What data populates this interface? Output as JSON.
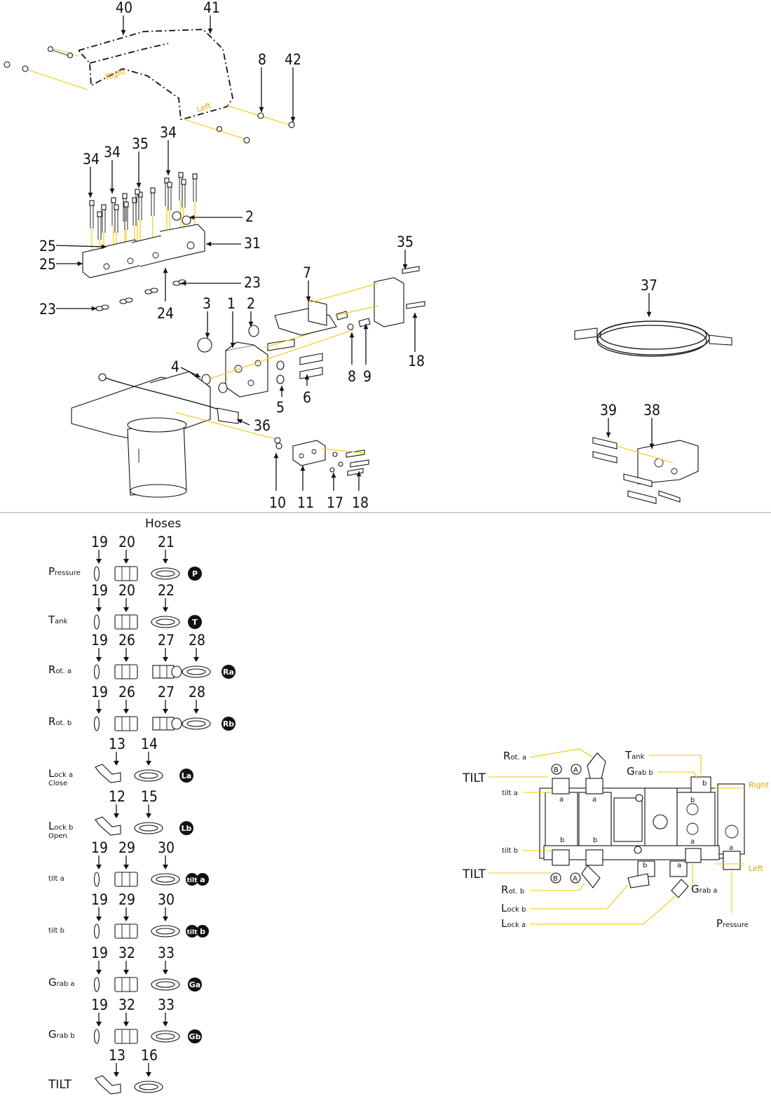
{
  "top_section": {
    "callouts": [
      "40",
      "41",
      "8",
      "42",
      "34",
      "34",
      "35",
      "34",
      "2",
      "25",
      "25",
      "31",
      "23",
      "23",
      "24",
      "7",
      "35",
      "3",
      "1",
      "2",
      "18",
      "4",
      "8",
      "9",
      "5",
      "6",
      "36",
      "37",
      "39",
      "38",
      "10",
      "11",
      "17",
      "18"
    ],
    "guard_labels": {
      "right": "Right",
      "left": "Left"
    }
  },
  "hoses": {
    "title": "Hoses",
    "rows": [
      {
        "label_cap": "P",
        "label_rest": "ressure",
        "label_line2": "",
        "parts": [
          "19",
          "20",
          "21"
        ],
        "badge": "P"
      },
      {
        "label_cap": "T",
        "label_rest": "ank",
        "label_line2": "",
        "parts": [
          "19",
          "20",
          "22"
        ],
        "badge": "T"
      },
      {
        "label_cap": "R",
        "label_rest": "ot. a",
        "label_line2": "",
        "parts": [
          "19",
          "26",
          "27",
          "28"
        ],
        "badge": "Ra"
      },
      {
        "label_cap": "R",
        "label_rest": "ot. b",
        "label_line2": "",
        "parts": [
          "19",
          "26",
          "27",
          "28"
        ],
        "badge": "Rb"
      },
      {
        "label_cap": "L",
        "label_rest": "ock a",
        "label_line2": "Close",
        "parts": [
          "13",
          "14"
        ],
        "badge": "La"
      },
      {
        "label_cap": "L",
        "label_rest": "ock b",
        "label_line2": "Open",
        "parts": [
          "12",
          "15"
        ],
        "badge": "Lb"
      },
      {
        "label_cap": "",
        "label_rest": "tilt a",
        "label_line2": "",
        "parts": [
          "19",
          "29",
          "30"
        ],
        "badge": "tilt a"
      },
      {
        "label_cap": "",
        "label_rest": "tilt b",
        "label_line2": "",
        "parts": [
          "19",
          "29",
          "30"
        ],
        "badge": "tilt b"
      },
      {
        "label_cap": "G",
        "label_rest": "rab a",
        "label_line2": "",
        "parts": [
          "19",
          "32",
          "33"
        ],
        "badge": "Ga"
      },
      {
        "label_cap": "G",
        "label_rest": "rab b",
        "label_line2": "",
        "parts": [
          "19",
          "32",
          "33"
        ],
        "badge": "Gb"
      },
      {
        "label_cap": "TILT",
        "label_rest": "",
        "label_line2": "",
        "parts": [
          "13",
          "16"
        ],
        "badge": ""
      }
    ]
  },
  "valve_view": {
    "labels": {
      "rot_a_cap": "R",
      "rot_a": "ot. a",
      "tank_cap": "T",
      "tank": "ank",
      "grab_b_cap": "G",
      "grab_b": "rab b",
      "tilt_top": "TILT",
      "tilt_a": "tilt a",
      "tilt_b": "tilt b",
      "tilt_bottom": "TILT",
      "rot_b_cap": "R",
      "rot_b": "ot. b",
      "lock_b_cap": "L",
      "lock_b": "ock b",
      "lock_a_cap": "L",
      "lock_a": "ock a",
      "grab_a_cap": "G",
      "grab_a": "rab a",
      "pressure_cap": "P",
      "pressure": "ressure",
      "right": "Right",
      "left": "Left",
      "port_a": "a",
      "port_b": "b",
      "circle_a": "A",
      "circle_b": "B"
    }
  },
  "colors": {
    "leader": "#f0c800",
    "ink": "#111111",
    "caption": "#d8a800"
  }
}
